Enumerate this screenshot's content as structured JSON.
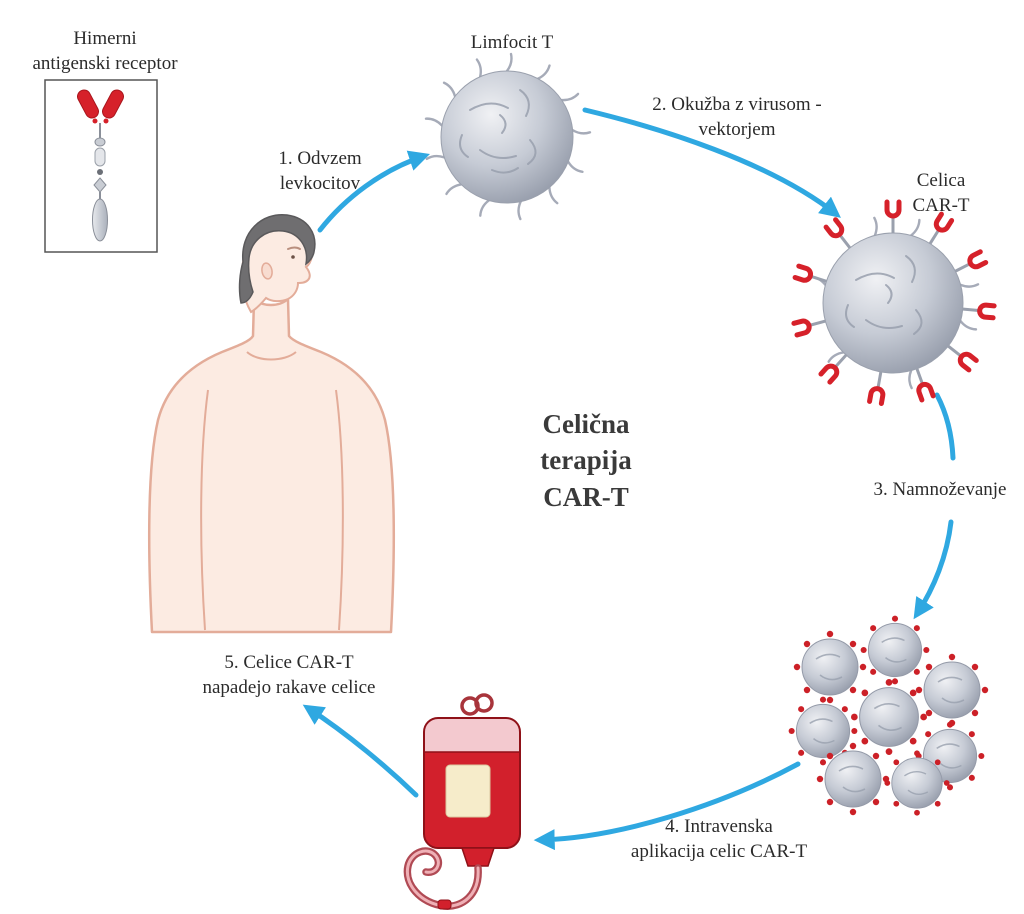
{
  "diagram": {
    "title": {
      "lines": [
        "Celična",
        "terapija",
        "CAR-T"
      ]
    },
    "legend": {
      "lines": [
        "Himerni",
        "antigenski receptor"
      ]
    },
    "nodes": {
      "lymphocyte": {
        "lines": [
          "Limfocit T"
        ]
      },
      "car_t_cell": {
        "lines": [
          "Celica",
          "CAR-T"
        ]
      }
    },
    "steps": [
      {
        "lines": [
          "1. Odvzem",
          "levkocitov"
        ]
      },
      {
        "lines": [
          "2. Okužba z virusom -",
          "vektorjem"
        ]
      },
      {
        "lines": [
          "3. Namnoževanje"
        ]
      },
      {
        "lines": [
          "4. Intravenska",
          "aplikacija celic CAR-T"
        ]
      },
      {
        "lines": [
          "5. Celice CAR-T",
          "napadejo rakave celice"
        ]
      }
    ],
    "illustrations": [
      "car-receptor-legend-icon",
      "t-lymphocyte-icon",
      "car-t-cell-icon",
      "person-figure-icon",
      "cell-cluster-icon",
      "iv-blood-bag-icon",
      "flow-arrow-icon"
    ],
    "colors": {
      "arrow_blue": "#2fa8e1",
      "receptor_red": "#d6212a",
      "cell_gray": "#b9bfca",
      "skin": "#fcebe2",
      "skin_outline": "#e3ac99",
      "hair_gray": "#6f6e70",
      "iv_bag_red": "#d2202c",
      "iv_bag_pink": "#f3c9cf",
      "iv_label_cream": "#f6ecca",
      "text": "#2b2b2b"
    }
  }
}
